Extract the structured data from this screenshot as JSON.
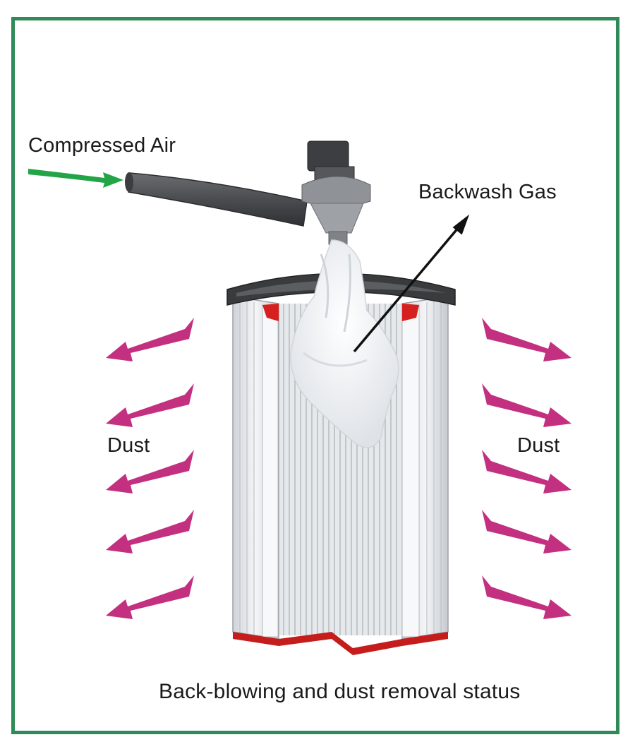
{
  "labels": {
    "compressed_air": "Compressed Air",
    "backwash_gas": "Backwash Gas",
    "dust_left": "Dust",
    "dust_right": "Dust",
    "caption": "Back-blowing and dust removal status"
  },
  "colors": {
    "frame": "#2e8b57",
    "air_arrow": "#22a447",
    "dust_arrow": "#c2307f",
    "backwash_arrow": "#111111",
    "filter_gasket": "#d6201f"
  },
  "icons": {
    "air_arrow": "arrow-right-icon",
    "dust_arrows": "arrow-outward-icon",
    "backwash_arrow": "arrow-up-right-icon"
  }
}
